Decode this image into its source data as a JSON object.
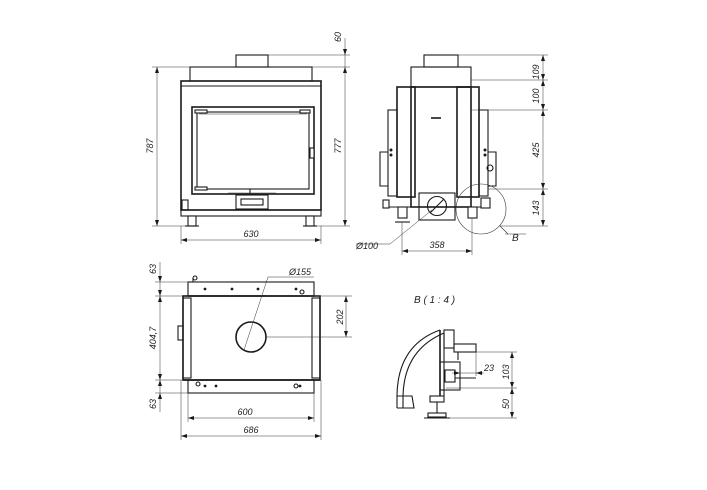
{
  "front_view": {
    "dims": {
      "height_total": "787",
      "height_body": "777",
      "flue_height": "60",
      "width": "630"
    }
  },
  "side_view": {
    "dims": {
      "d109": "109",
      "d100": "100",
      "d425": "425",
      "d143": "143",
      "diameter": "Ø100",
      "depth": "358"
    },
    "detail_callout": "B"
  },
  "top_view": {
    "dims": {
      "depth_top": "63",
      "depth_mid": "404,7",
      "depth_bottom": "63",
      "flue_diameter": "Ø155",
      "d202": "202",
      "inner_width": "600",
      "overall_width": "686"
    }
  },
  "detail_view": {
    "title": "B ( 1 : 4 )",
    "dims": {
      "d23": "23",
      "d103": "103",
      "d50": "50"
    }
  }
}
